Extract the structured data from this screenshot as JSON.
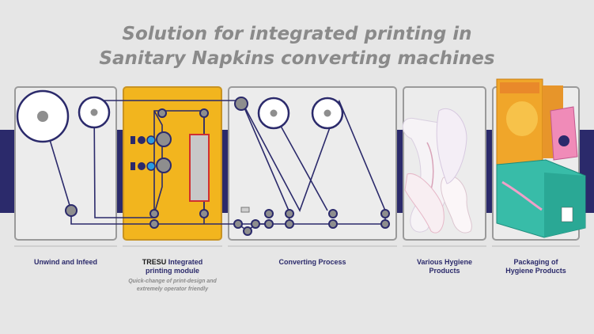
{
  "title": {
    "line1": "Solution for integrated printing in",
    "line2": "Sanitary Napkins converting machines"
  },
  "stages": [
    {
      "label": "Unwind and Infeed"
    },
    {
      "label_brand": "TRESU",
      "label_rest": " Integrated",
      "label_line2": "printing module",
      "note_line1": "Quick-change of print-design and",
      "note_line2": "extremely operator friendly"
    },
    {
      "label": "Converting Process"
    },
    {
      "label_line1": "Various Hygiene",
      "label_line2": "Products"
    },
    {
      "label_line1": "Packaging of",
      "label_line2": "Hygiene Products"
    }
  ],
  "colors": {
    "background": "#e6e6e6",
    "band": "#2b2a6b",
    "tresu": "#f2b51e",
    "web_line": "#2b2a6b",
    "title": "#8a8a8a",
    "print_box": "#d03030",
    "ink_dot": "#2a9be0"
  },
  "icons": [
    "unwind-roll-icon",
    "roller-icon",
    "print-unit-icon",
    "sanitary-napkin-icon",
    "product-package-icon"
  ]
}
